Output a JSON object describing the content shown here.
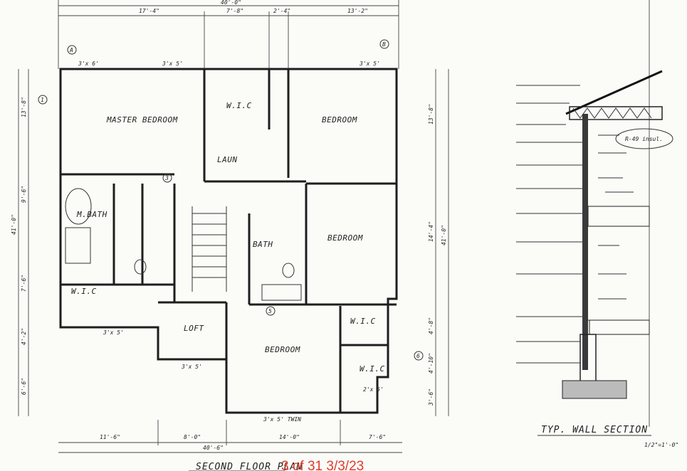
{
  "plan": {
    "title": "SECOND FLOOR PLAN",
    "stamp": "3 of 31 3/3/23",
    "stamp_color": "#e03a2a",
    "rooms": [
      "MASTER BEDROOM",
      "W.I.C",
      "LAUN",
      "BEDROOM",
      "M.BATH",
      "BATH",
      "BEDROOM",
      "W.I.C",
      "LOFT",
      "BEDROOM",
      "W.I.C",
      "W.I.C"
    ],
    "top_dims": [
      "40'-0\"",
      "17'-4\"",
      "7'-8\"",
      "2'-4\"",
      "13'-2\""
    ],
    "bottom_dims": [
      "11'-6\"",
      "8'-0\"",
      "14'-0\"",
      "7'-6\"",
      "40'-6\""
    ],
    "left_dims": [
      "13'-8\"",
      "9'-6\"",
      "7'-6\"",
      "4'-2\"",
      "6'-6\"",
      "41'-0\""
    ],
    "right_dims": [
      "13'-8\"",
      "14'-4\"",
      "4'-8\"",
      "4'-10\"",
      "3'-6\"",
      "41'-0\""
    ],
    "windows": [
      "3'x 6'",
      "3'x 5'",
      "3'x 5'",
      "3'x 5'",
      "3'x 5'",
      "2'x 5'",
      "3'x 5' TWIN"
    ],
    "grid_markers": [
      "A",
      "B",
      "1",
      "3",
      "5",
      "6"
    ]
  },
  "section": {
    "title": "TYP. WALL SECTION",
    "scale": "1/2\"=1'-0\"",
    "note": "R-49 insul."
  }
}
